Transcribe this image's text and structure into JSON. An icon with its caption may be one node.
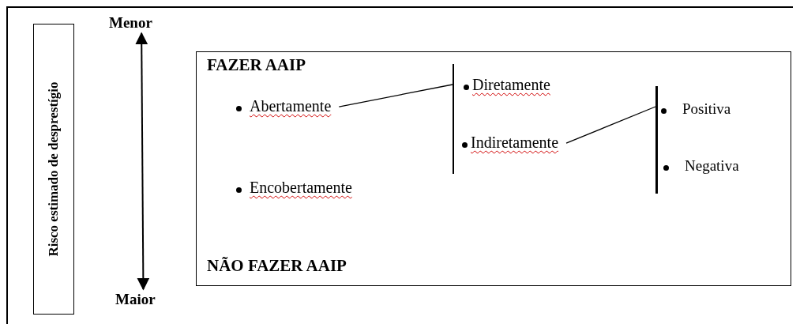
{
  "diagram": {
    "nodes": [
      {
        "text": [
          "Risco estimado de desprestígio"
        ]
      },
      {
        "text": [
          "Menor"
        ]
      },
      {
        "text": [
          "Maior"
        ]
      },
      {
        "text": [
          "FAZER AAIP",
          "NÃO FAZER AAIP"
        ]
      },
      {
        "text": [
          "Abertamente"
        ],
        "in": 3
      },
      {
        "text": [
          "Encobertamente"
        ],
        "in": 3
      },
      {
        "text": [],
        "shape": "bar",
        "in": 3
      },
      {
        "text": [
          "Diretamente"
        ],
        "in": 3
      },
      {
        "text": [
          "Indiretamente"
        ],
        "in": 3
      },
      {
        "text": [],
        "shape": "bar",
        "in": 3
      },
      {
        "text": [
          "Positiva"
        ],
        "in": 3
      },
      {
        "text": [
          "Negativa"
        ],
        "in": 3
      }
    ],
    "edges": [
      {
        "from": 1,
        "to": 2,
        "arrow": "both"
      },
      {
        "from": 4,
        "to": 6,
        "arrow": "none"
      },
      {
        "from": 8,
        "to": 9,
        "arrow": "none"
      }
    ]
  }
}
